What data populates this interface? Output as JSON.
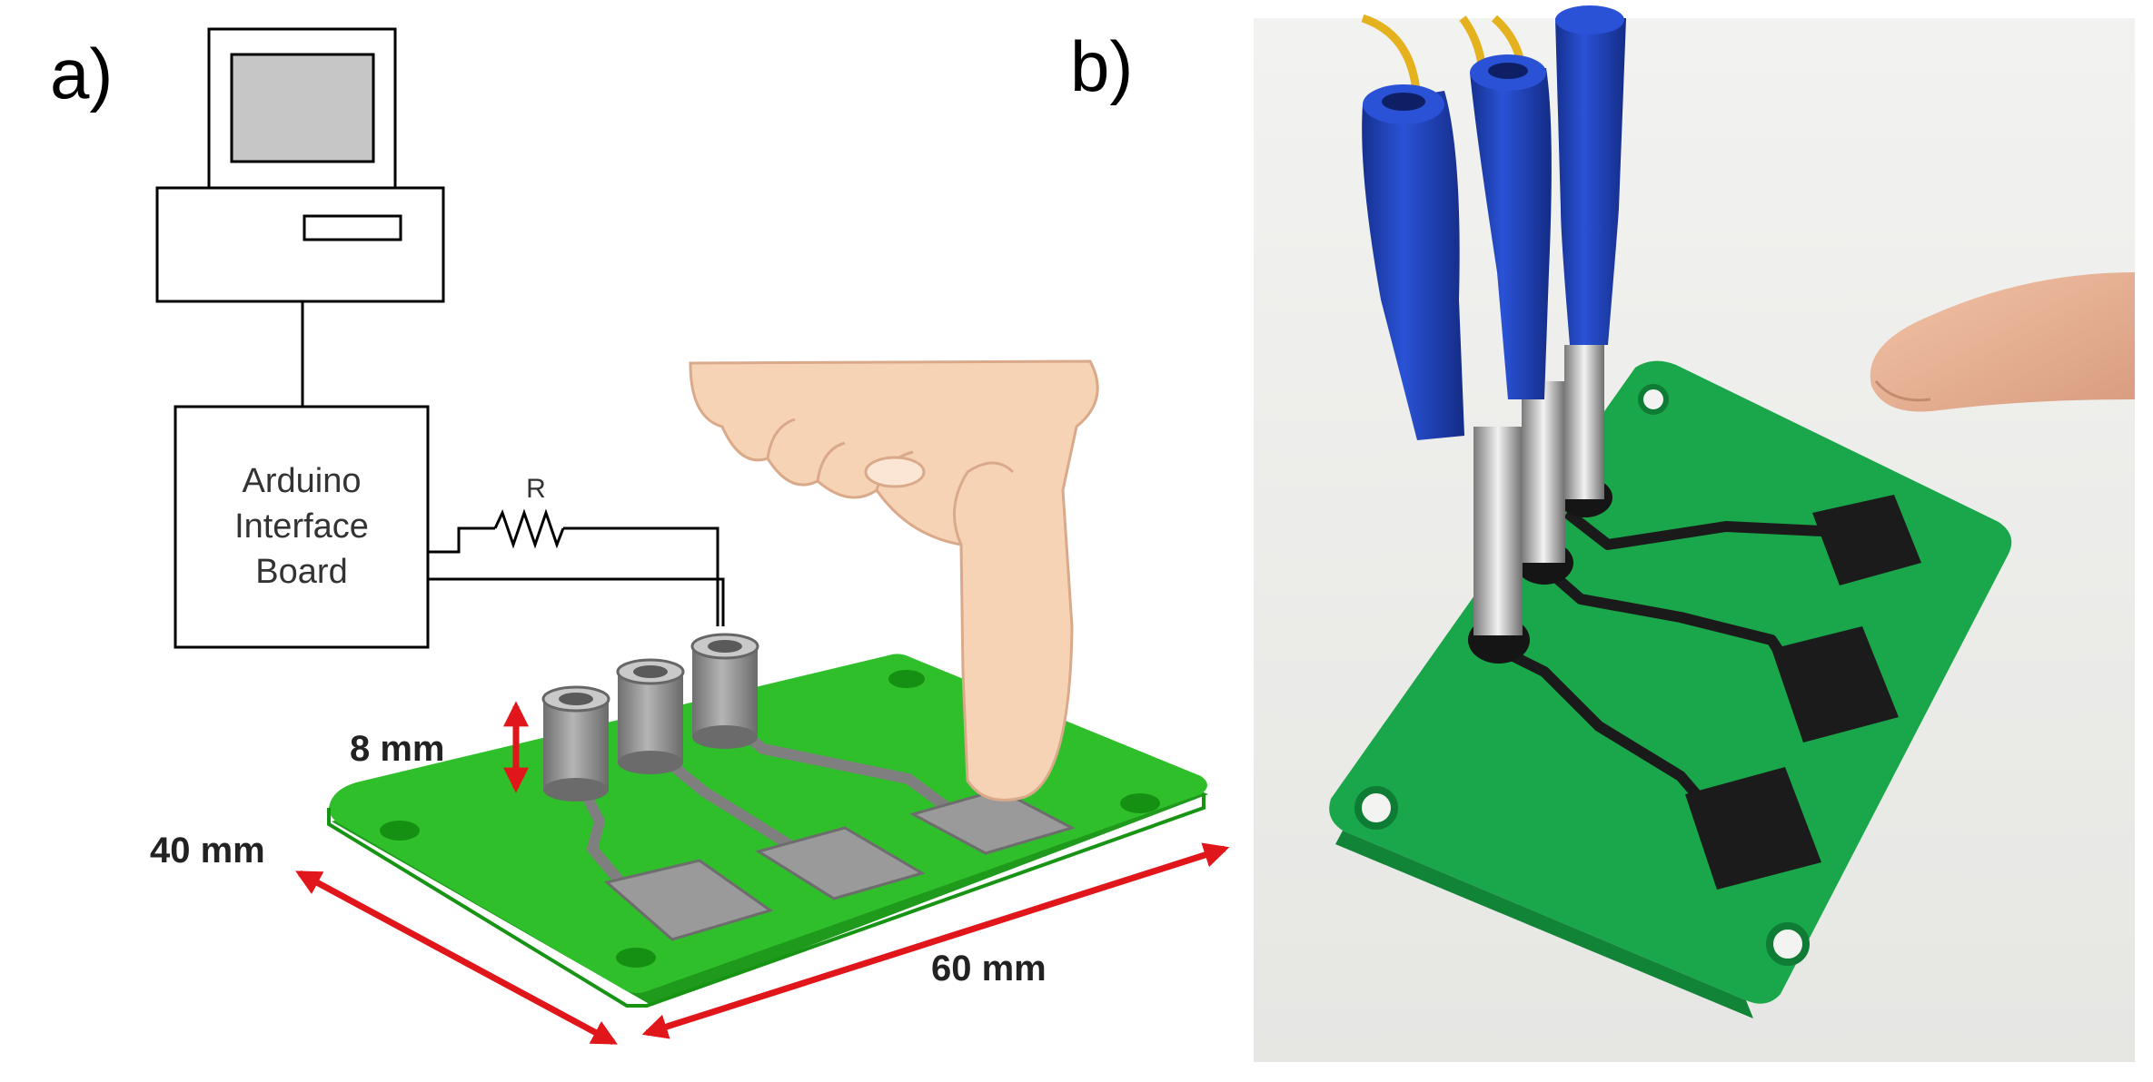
{
  "panels": {
    "a": {
      "label": "a)"
    },
    "b": {
      "label": "b)"
    }
  },
  "schematic": {
    "interface_board_lines": [
      "Arduino",
      "Interface",
      "Board"
    ],
    "resistor_label": "R"
  },
  "dimensions": {
    "height": "8 mm",
    "width": "40 mm",
    "length": "60 mm"
  },
  "colors": {
    "board_green": "#2fbf2a",
    "board_green_dark": "#1f9a1c",
    "trace_gray": "#8c8c8c",
    "pad_gray": "#9a9a9a",
    "arrow_red": "#e0161b",
    "finger_skin": "#f7d3b6",
    "photo_board_green": "#1aa64a",
    "photo_connector_blue": "#1f3fb8"
  }
}
